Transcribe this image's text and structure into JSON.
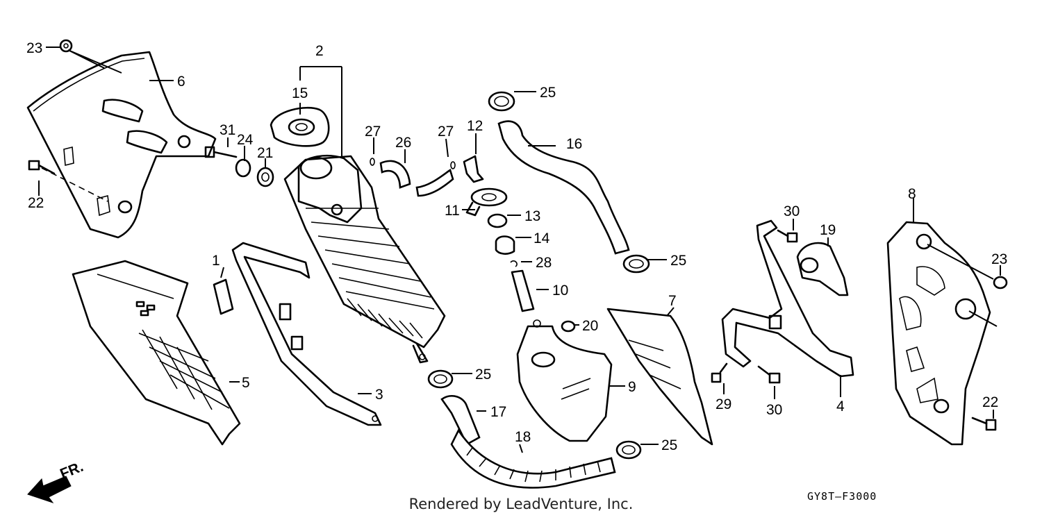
{
  "diagram": {
    "callouts": [
      "1",
      "2",
      "3",
      "4",
      "5",
      "6",
      "7",
      "8",
      "9",
      "10",
      "11",
      "12",
      "13",
      "14",
      "15",
      "16",
      "17",
      "18",
      "19",
      "20",
      "21",
      "22",
      "23",
      "24",
      "25",
      "26",
      "27",
      "28",
      "29",
      "30",
      "31"
    ],
    "direction_label": "FR.",
    "diagram_code": "GY8T—F3000",
    "credit": "Rendered by LeadVenture, Inc."
  }
}
